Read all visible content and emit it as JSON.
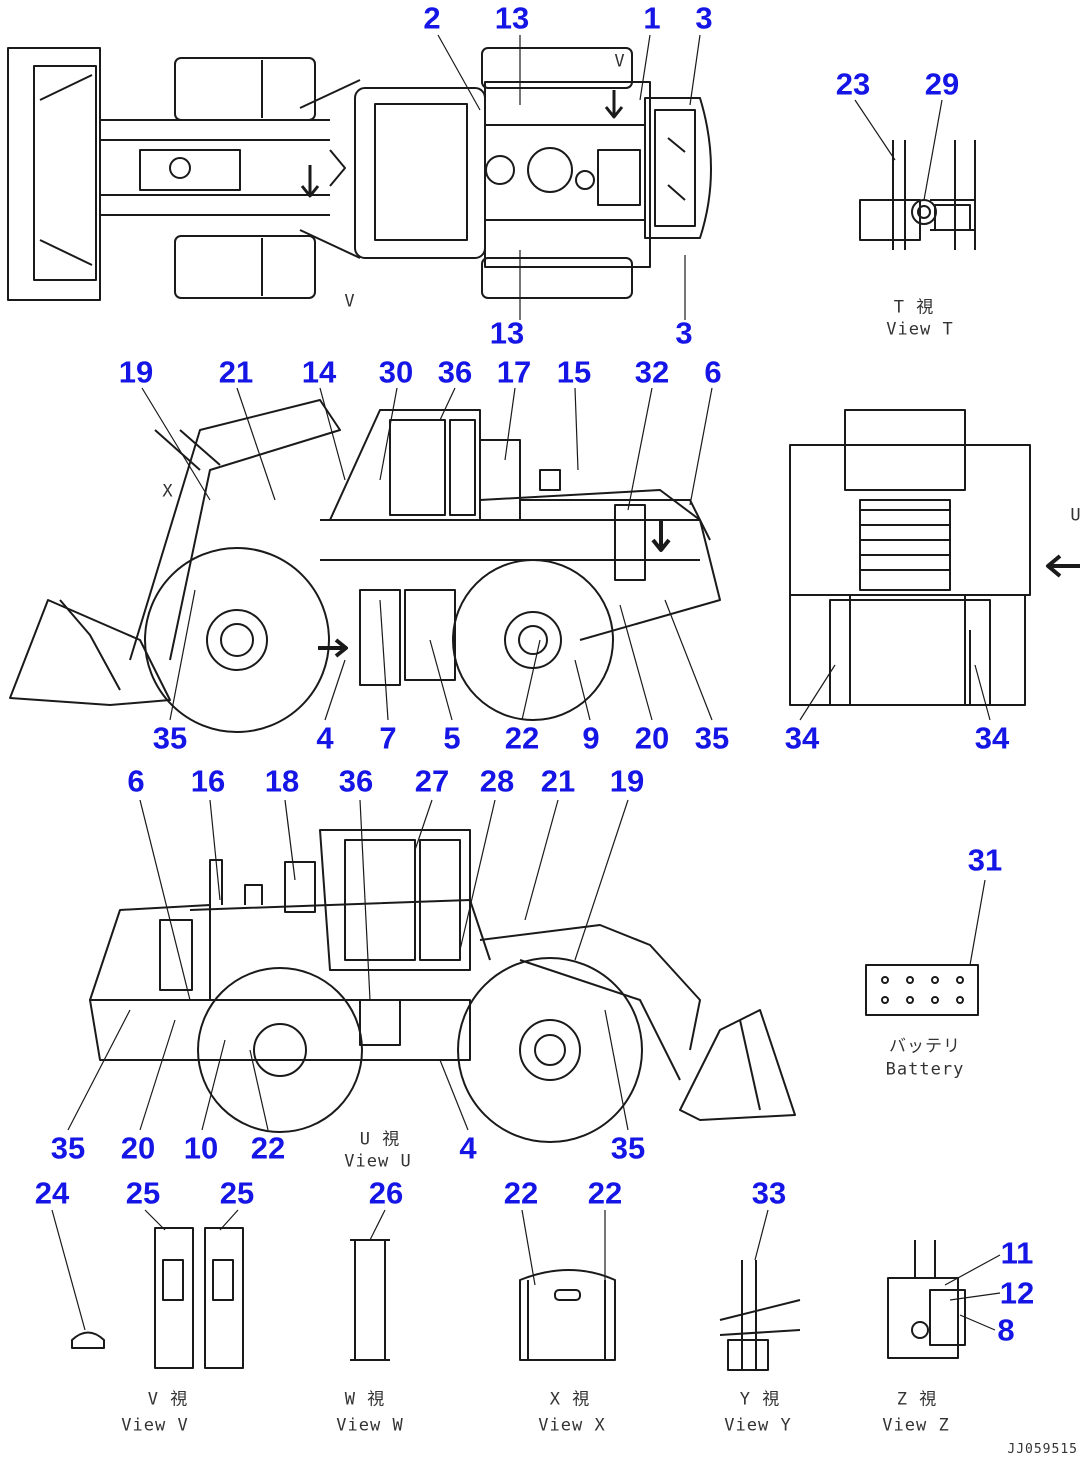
{
  "callouts": [
    {
      "id": "c-2",
      "label": "2"
    },
    {
      "id": "c-13a",
      "label": "13"
    },
    {
      "id": "c-1",
      "label": "1"
    },
    {
      "id": "c-3a",
      "label": "3"
    },
    {
      "id": "c-13b",
      "label": "13"
    },
    {
      "id": "c-3b",
      "label": "3"
    },
    {
      "id": "c-23",
      "label": "23"
    },
    {
      "id": "c-29",
      "label": "29"
    },
    {
      "id": "c-19a",
      "label": "19"
    },
    {
      "id": "c-21a",
      "label": "21"
    },
    {
      "id": "c-14",
      "label": "14"
    },
    {
      "id": "c-30",
      "label": "30"
    },
    {
      "id": "c-36a",
      "label": "36"
    },
    {
      "id": "c-17",
      "label": "17"
    },
    {
      "id": "c-15",
      "label": "15"
    },
    {
      "id": "c-32",
      "label": "32"
    },
    {
      "id": "c-6a",
      "label": "6"
    },
    {
      "id": "c-35a",
      "label": "35"
    },
    {
      "id": "c-4a",
      "label": "4"
    },
    {
      "id": "c-7",
      "label": "7"
    },
    {
      "id": "c-5",
      "label": "5"
    },
    {
      "id": "c-22a",
      "label": "22"
    },
    {
      "id": "c-9",
      "label": "9"
    },
    {
      "id": "c-20a",
      "label": "20"
    },
    {
      "id": "c-35b",
      "label": "35"
    },
    {
      "id": "c-34a",
      "label": "34"
    },
    {
      "id": "c-34b",
      "label": "34"
    },
    {
      "id": "c-6b",
      "label": "6"
    },
    {
      "id": "c-16",
      "label": "16"
    },
    {
      "id": "c-18",
      "label": "18"
    },
    {
      "id": "c-36b",
      "label": "36"
    },
    {
      "id": "c-27",
      "label": "27"
    },
    {
      "id": "c-28",
      "label": "28"
    },
    {
      "id": "c-21b",
      "label": "21"
    },
    {
      "id": "c-19b",
      "label": "19"
    },
    {
      "id": "c-31",
      "label": "31"
    },
    {
      "id": "c-35c",
      "label": "35"
    },
    {
      "id": "c-20b",
      "label": "20"
    },
    {
      "id": "c-10",
      "label": "10"
    },
    {
      "id": "c-22b",
      "label": "22"
    },
    {
      "id": "c-4b",
      "label": "4"
    },
    {
      "id": "c-35d",
      "label": "35"
    },
    {
      "id": "c-24",
      "label": "24"
    },
    {
      "id": "c-25a",
      "label": "25"
    },
    {
      "id": "c-25b",
      "label": "25"
    },
    {
      "id": "c-26",
      "label": "26"
    },
    {
      "id": "c-22c",
      "label": "22"
    },
    {
      "id": "c-22d",
      "label": "22"
    },
    {
      "id": "c-33",
      "label": "33"
    },
    {
      "id": "c-11",
      "label": "11"
    },
    {
      "id": "c-12",
      "label": "12"
    },
    {
      "id": "c-8",
      "label": "8"
    }
  ],
  "captions": {
    "view_t_jp": "T 視",
    "view_t": "View T",
    "view_u_jp": "U 視",
    "view_u": "View U",
    "battery_jp": "バッテリ",
    "battery": "Battery",
    "view_v_jp": "V 視",
    "view_v": "View V",
    "view_w_jp": "W 視",
    "view_w": "View W",
    "view_x_jp": "X 視",
    "view_x": "View X",
    "view_y_jp": "Y 視",
    "view_y": "View Y",
    "view_z_jp": "Z 視",
    "view_z": "View Z",
    "mark_v1": "V",
    "mark_v2": "V",
    "mark_x": "X",
    "mark_u": "U"
  },
  "drawing_code": "JJ059515",
  "colors": {
    "callout": "#1515e6",
    "line": "#1a1a1a"
  }
}
